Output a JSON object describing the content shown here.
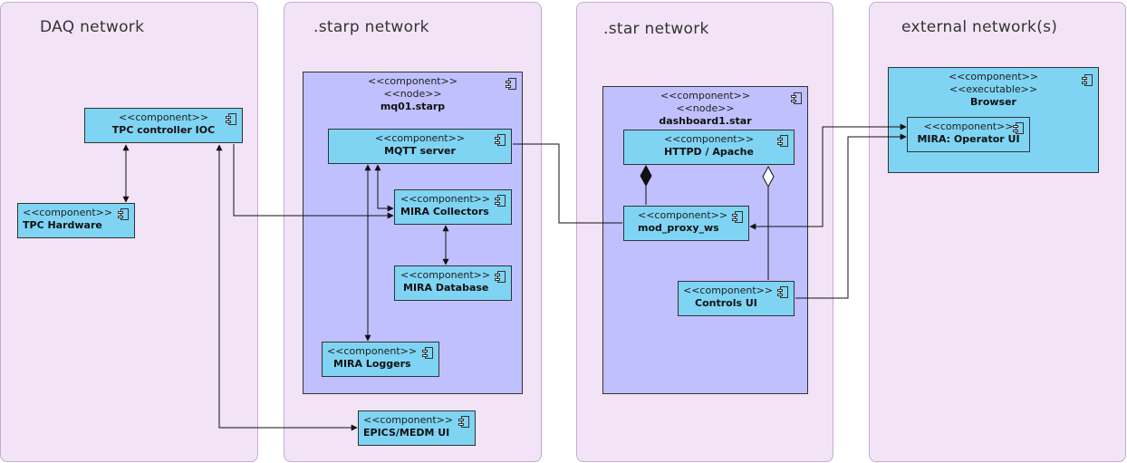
{
  "networks": {
    "daq": "DAQ network",
    "starp": ".starp network",
    "star": ".star network",
    "external": "external network(s)"
  },
  "stereotypes": {
    "component": "<<component>>",
    "node": "<<node>>",
    "executable": "<<executable>>"
  },
  "nodes": {
    "mq01": "mq01.starp",
    "dashboard1": "dashboard1.star",
    "browser": "Browser"
  },
  "components": {
    "tpc_controller_ioc": "TPC controller IOC",
    "tpc_hardware": "TPC Hardware",
    "mqtt_server": "MQTT server",
    "mira_collectors": "MIRA Collectors",
    "mira_database": "MIRA Database",
    "mira_loggers": "MIRA Loggers",
    "epics_medm_ui": "EPICS/MEDM UI",
    "httpd_apache": "HTTPD / Apache",
    "mod_proxy_ws": "mod_proxy_ws",
    "controls_ui": "Controls UI",
    "mira_operator_ui": "MIRA: Operator UI"
  },
  "colors": {
    "zone_fill": "#f2e4f6",
    "zone_border": "#c9a8d4",
    "node_fill": "#c0c0ff",
    "component_fill": "#7fd4f4",
    "line": "#111111"
  }
}
